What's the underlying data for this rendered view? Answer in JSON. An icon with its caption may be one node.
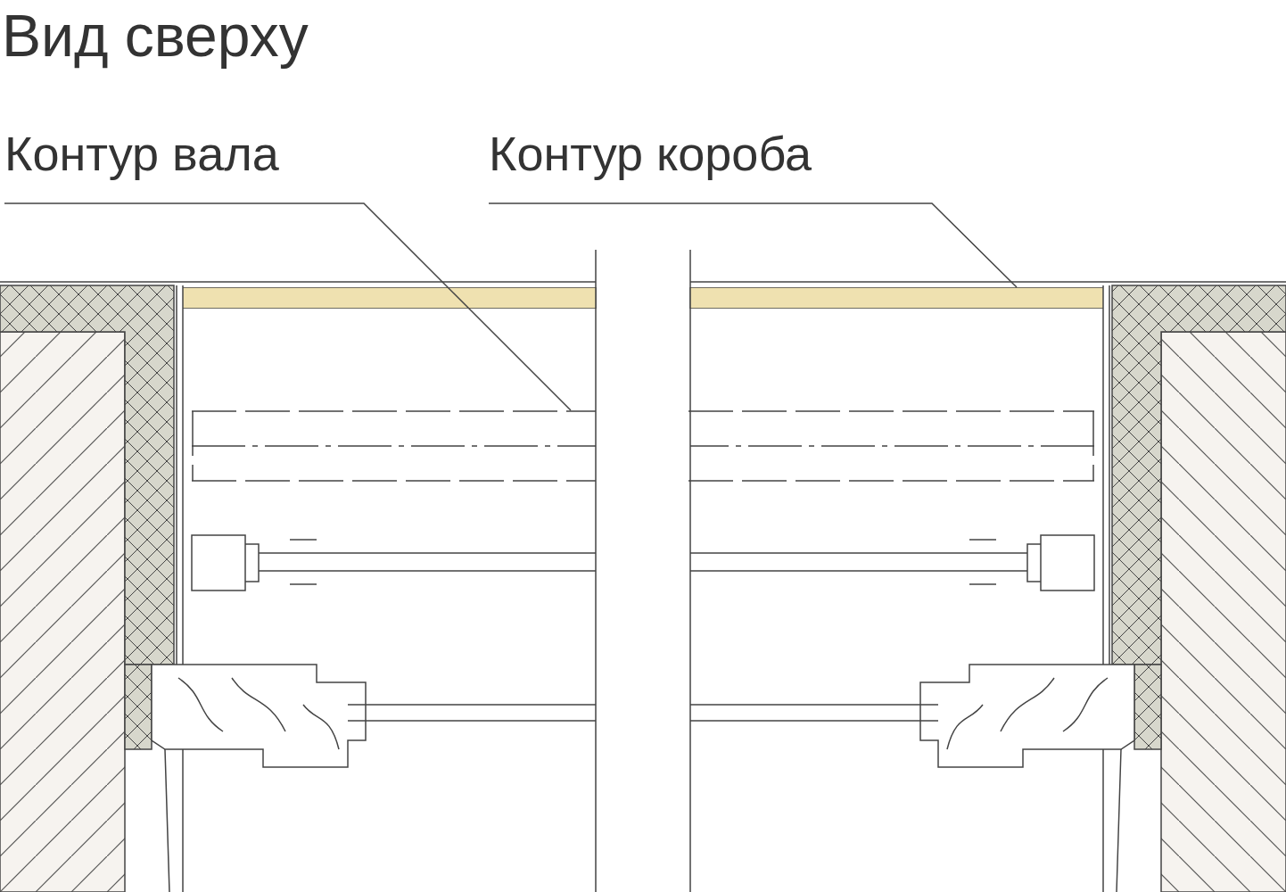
{
  "diagram": {
    "title": "Вид сверху",
    "nodes": [
      {
        "text": [
          "Контур вала"
        ]
      },
      {
        "text": [
          "Контур короба"
        ]
      },
      {
        "text": [],
        "shape": "box"
      },
      {
        "text": [],
        "shape": "box"
      }
    ],
    "edges": [
      {
        "from": 0,
        "to": 3,
        "arrow": "none"
      },
      {
        "from": 1,
        "to": 2,
        "arrow": "none"
      }
    ]
  }
}
